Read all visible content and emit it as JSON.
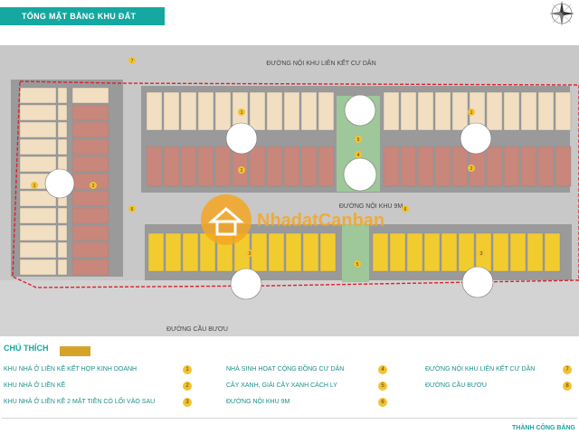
{
  "title": "TỔNG MẶT BẰNG KHU ĐẤT",
  "map": {
    "road_labels": {
      "top": "ĐƯỜNG NỘI KHU LIÊN KẾT CƯ DÂN",
      "middle": "ĐƯỜNG NỘI KHU 9M",
      "bottom": "ĐƯỜNG CẦU BƯƠU"
    },
    "zone_numbers": [
      "1",
      "2",
      "3",
      "4",
      "5",
      "6",
      "7",
      "8"
    ],
    "watermark": "NhadatCanban"
  },
  "legend": {
    "heading": "CHÚ THÍCH",
    "items": [
      {
        "label": "KHU NHÀ Ở LIỀN KỀ KẾT HỢP KINH DOANH",
        "num": "1"
      },
      {
        "label": "KHU NHÀ Ở LIỀN KỀ",
        "num": "2"
      },
      {
        "label": "KHU NHÀ Ở LIỀN KỀ 2 MẶT TIỀN CÓ LỐI VÀO SAU",
        "num": "3"
      },
      {
        "label": "NHÀ SINH HOẠT CỘNG ĐỒNG CƯ DÂN",
        "num": "4"
      },
      {
        "label": "CÂY XANH, GIẢI CÂY XANH CÁCH LY",
        "num": "5"
      },
      {
        "label": "ĐƯỜNG NỘI KHU 9M",
        "num": "6"
      },
      {
        "label": "ĐƯỜNG NỘI KHU LIÊN KẾT CƯ DÂN",
        "num": "7"
      },
      {
        "label": "ĐƯỜNG CẦU BƯƠU",
        "num": "8"
      }
    ]
  },
  "footer": "THÀNH CÔNG BẰNG",
  "colors": {
    "accent": "#14a8a0",
    "lot_beige": "#f2dfc2",
    "lot_brown": "#c9867a",
    "lot_yellow": "#f2cc2e",
    "road": "#b8b8b8",
    "boundary": "#d9232e",
    "green": "#9ec79a"
  }
}
